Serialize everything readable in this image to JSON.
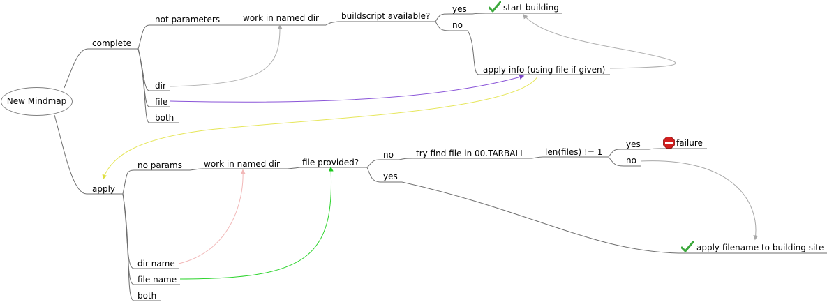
{
  "mindmap": {
    "root": "New Mindmap",
    "complete": {
      "label": "complete",
      "not_parameters": "not parameters",
      "work_in_named_dir": "work in named dir",
      "buildscript_available": "buildscript available?",
      "yes": "yes",
      "start_building": "start building",
      "no": "no",
      "apply_info": "apply info (using file if given)",
      "dir": "dir",
      "file": "file",
      "both": "both"
    },
    "apply": {
      "label": "apply",
      "no_params": "no params",
      "work_in_named_dir": "work in named dir",
      "file_provided": "file provided?",
      "no": "no",
      "try_find_file": "try find file in 00.TARBALL",
      "len_files": "len(files) != 1",
      "yes_inner": "yes",
      "failure": "failure",
      "no_inner": "no",
      "yes": "yes",
      "apply_filename": "apply filename to building site",
      "dir_name": "dir name",
      "file_name": "file name",
      "both": "both"
    }
  },
  "icons": {
    "check": "checkmark-icon",
    "stop": "stop-sign-icon"
  },
  "colors": {
    "branch": "#6e6e6e",
    "gray_link": "#b0b0b0",
    "purple_link": "#8a55d8",
    "yellow_link": "#e6e65a",
    "pink_link": "#f2b8b8",
    "green_link": "#2ed42e",
    "check_green": "#3ca83c",
    "stop_red": "#d22020"
  }
}
